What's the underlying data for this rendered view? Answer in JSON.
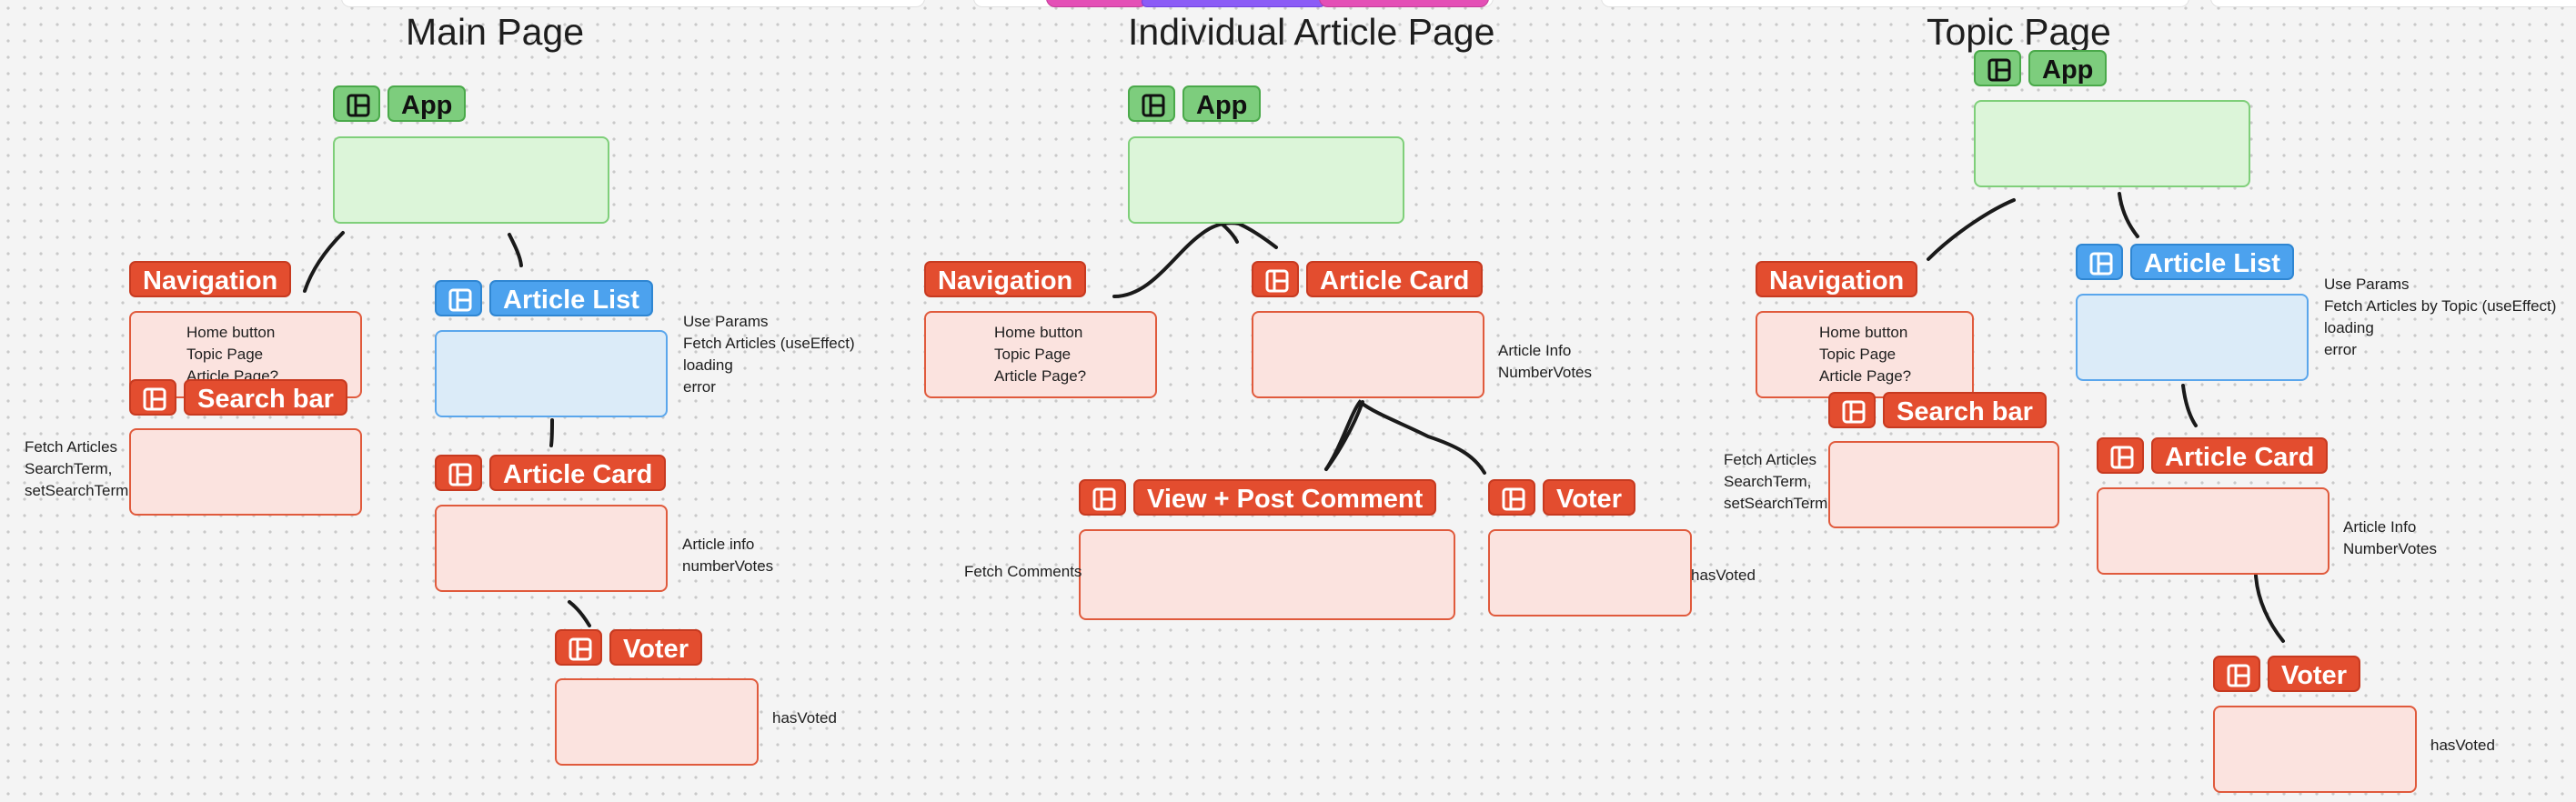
{
  "pages": {
    "main": {
      "title": "Main Page"
    },
    "article": {
      "title": "Individual Article Page"
    },
    "topic": {
      "title": "Topic Page"
    }
  },
  "main_page": {
    "app_label": "App",
    "navigation_label": "Navigation",
    "navigation_notes": [
      "Home button",
      "Topic Page",
      "Article Page?"
    ],
    "search_bar_label": "Search bar",
    "search_notes": [
      "Fetch Articles",
      "SearchTerm,",
      "setSearchTerm"
    ],
    "article_list_label": "Article List",
    "article_list_notes": [
      "Use Params",
      "Fetch Articles (useEffect)",
      "loading",
      "error"
    ],
    "article_card_label": "Article Card",
    "article_card_notes": [
      "Article info",
      "numberVotes"
    ],
    "voter_label": "Voter",
    "voter_notes": [
      "hasVoted"
    ]
  },
  "article_page": {
    "app_label": "App",
    "navigation_label": "Navigation",
    "navigation_notes": [
      "Home button",
      "Topic Page",
      "Article Page?"
    ],
    "article_card_label": "Article Card",
    "article_card_notes": [
      "Article Info",
      "NumberVotes"
    ],
    "comment_label": "View + Post Comment",
    "comment_notes": [
      "Fetch Comments"
    ],
    "voter_label": "Voter",
    "voter_notes": [
      "hasVoted"
    ]
  },
  "topic_page": {
    "app_label": "App",
    "navigation_label": "Navigation",
    "navigation_notes": [
      "Home button",
      "Topic Page",
      "Article Page?"
    ],
    "search_bar_label": "Search bar",
    "search_notes": [
      "Fetch Articles",
      "SearchTerm,",
      "setSearchTerm"
    ],
    "article_list_label": "Article List",
    "article_list_notes": [
      "Use Params",
      "Fetch Articles by Topic (useEffect)",
      "loading",
      "error"
    ],
    "article_card_label": "Article Card",
    "article_card_notes": [
      "Article Info",
      "NumberVotes"
    ],
    "voter_label": "Voter",
    "voter_notes": [
      "hasVoted"
    ]
  },
  "colors": {
    "app": "#7dcd7d",
    "component": "#e34d2f",
    "list": "#4ca2ee"
  },
  "icons": {
    "component": "component-icon"
  }
}
